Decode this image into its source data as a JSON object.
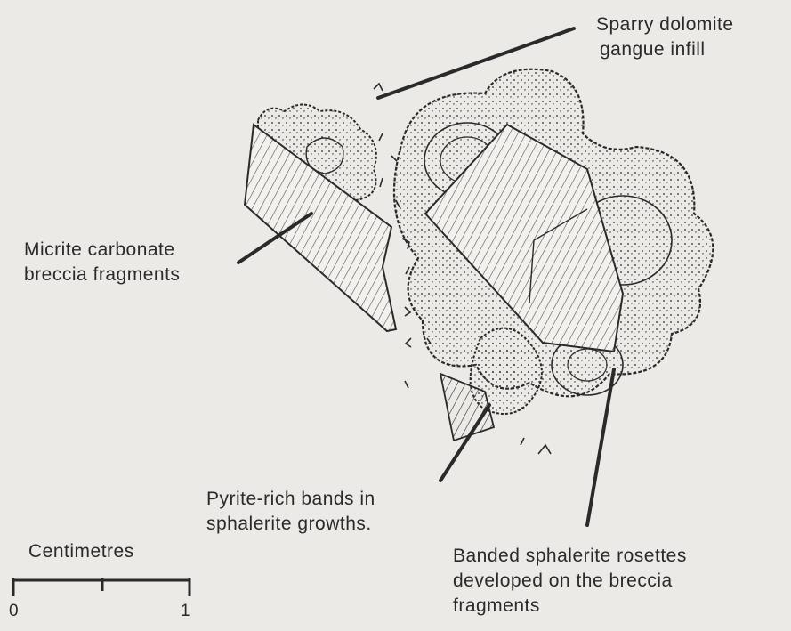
{
  "labels": {
    "sparry": [
      "Sparry dolomite",
      "gangue infill"
    ],
    "micrite": [
      "Micrite carbonate",
      "breccia fragments"
    ],
    "pyrite": [
      "Pyrite-rich bands in",
      "sphalerite growths."
    ],
    "banded": [
      "Banded sphalerite rosettes",
      "developed on the breccia",
      "fragments"
    ]
  },
  "scale_bar": {
    "title": "Centimetres",
    "ticks": [
      "0",
      "1"
    ]
  },
  "colors": {
    "ink": "#2a2a2a",
    "paper": "#eceae6"
  }
}
